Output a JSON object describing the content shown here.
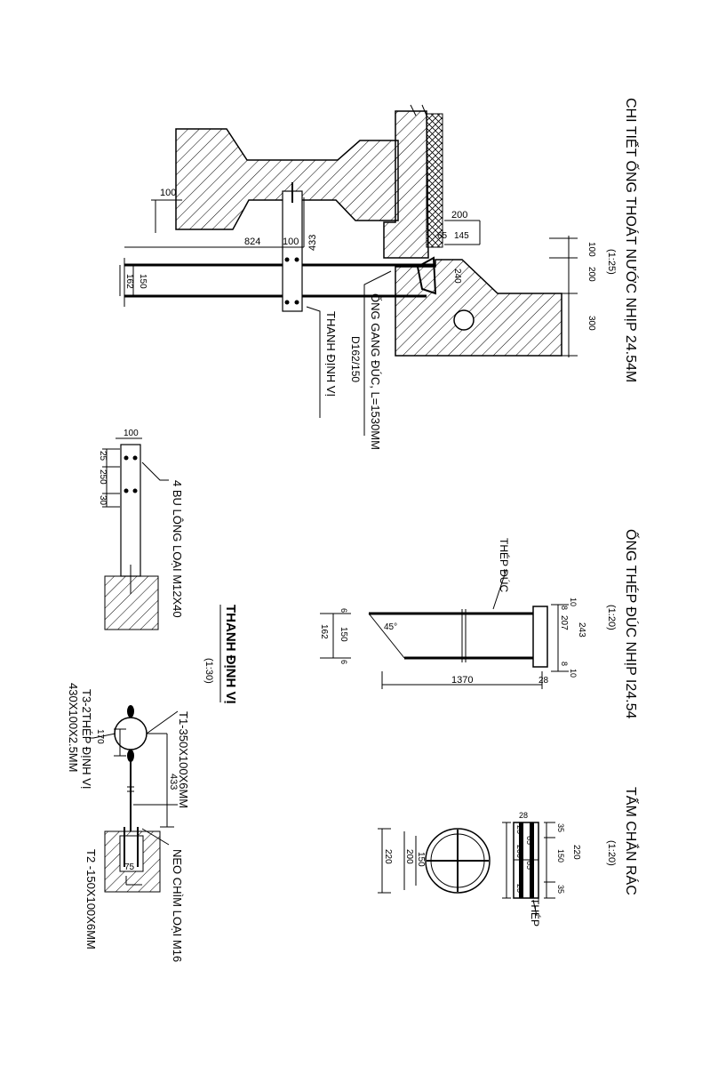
{
  "titles": {
    "main": "CHI TIẾT ỐNG THOÁT NƯỚC NHỊP 24.54M",
    "main_scale": "(1:25)",
    "steel": "ỐNG THÉP ĐÚC NHỊP I24.54",
    "steel_scale": "(1:20)",
    "grate": "TẤM CHẮN RÁC",
    "grate_scale": "(1:20)",
    "bar": "THANH ĐỊNH VỊ",
    "bar_scale": "(1:30)"
  },
  "labels": {
    "pipe": "ỐNG GANG ĐÚC, L=1530MM",
    "pipe_dia": "D162/150",
    "bar_label": "THANH ĐỊNH VỊ",
    "bolts": "4 BU LÔNG LOẠI M12X40",
    "steel_pipe": "THÉP ĐÚC",
    "steel_trunc": "THÉP",
    "t1": "T1-350X100X6MM",
    "t3": "T3-2THÉP ĐỊNH VỊ",
    "t3_size": "430X100X2.5MM",
    "anchor": "NEO CHÌM LOẠI M16",
    "t2": "T2 -150X100X6MM",
    "angle": "45°"
  },
  "dims": {
    "d100a": "100",
    "d824": "824",
    "d100b": "100",
    "d433": "433",
    "d150": "150",
    "d162": "162",
    "d200": "200",
    "d65": "65",
    "d145": "145",
    "d240": "240",
    "r100": "100",
    "r200": "200",
    "r300": "300",
    "b100": "100",
    "b25": "25",
    "b250": "250",
    "b30": "30",
    "s1370": "1370",
    "s243": "243",
    "s207": "207",
    "s10a": "10",
    "s8a": "8",
    "s8b": "8",
    "s10b": "10",
    "s28": "28",
    "s150": "150",
    "s162": "162",
    "s6a": "6",
    "s6b": "6",
    "g28": "28",
    "g25a": "25",
    "g25b": "25",
    "g65a": "65",
    "g65b": "65",
    "g200": "200",
    "g35a": "35",
    "g150": "150",
    "g35b": "35",
    "g220": "220",
    "c220": "220",
    "c200": "200",
    "c150": "150",
    "v170": "170",
    "v433": "433",
    "v75": "75"
  }
}
